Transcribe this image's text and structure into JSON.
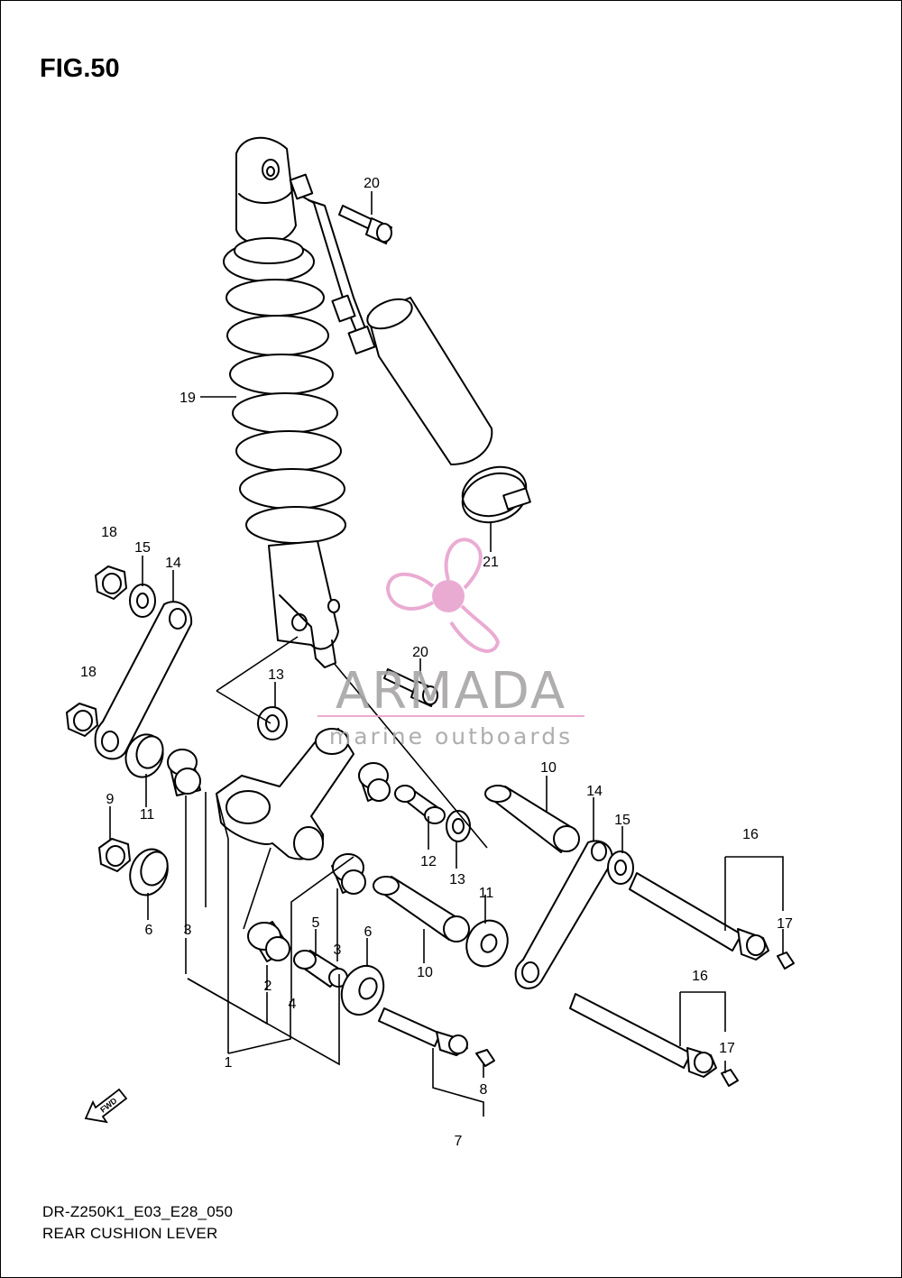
{
  "figure": {
    "title": "FIG.50",
    "model_code": "DR-Z250K1_E03_E28_050",
    "section_name": "REAR CUSHION LEVER"
  },
  "callouts": [
    {
      "id": "c20a",
      "label": "20"
    },
    {
      "id": "c19",
      "label": "19"
    },
    {
      "id": "c21",
      "label": "21"
    },
    {
      "id": "c18a",
      "label": "18"
    },
    {
      "id": "c15a",
      "label": "15"
    },
    {
      "id": "c14a",
      "label": "14"
    },
    {
      "id": "c18b",
      "label": "18"
    },
    {
      "id": "c13a",
      "label": "13"
    },
    {
      "id": "c20b",
      "label": "20"
    },
    {
      "id": "c11a",
      "label": "11"
    },
    {
      "id": "c9",
      "label": "9"
    },
    {
      "id": "c6a",
      "label": "6"
    },
    {
      "id": "c3a",
      "label": "3"
    },
    {
      "id": "c2",
      "label": "2"
    },
    {
      "id": "c4",
      "label": "4"
    },
    {
      "id": "c5",
      "label": "5"
    },
    {
      "id": "c3b",
      "label": "3"
    },
    {
      "id": "c1",
      "label": "1"
    },
    {
      "id": "c6b",
      "label": "6"
    },
    {
      "id": "c10a",
      "label": "10"
    },
    {
      "id": "c12",
      "label": "12"
    },
    {
      "id": "c13b",
      "label": "13"
    },
    {
      "id": "c11b",
      "label": "11"
    },
    {
      "id": "c10b",
      "label": "10"
    },
    {
      "id": "c14b",
      "label": "14"
    },
    {
      "id": "c15b",
      "label": "15"
    },
    {
      "id": "c16a",
      "label": "16"
    },
    {
      "id": "c17a",
      "label": "17"
    },
    {
      "id": "c16b",
      "label": "16"
    },
    {
      "id": "c17b",
      "label": "17"
    },
    {
      "id": "c8",
      "label": "8"
    },
    {
      "id": "c7",
      "label": "7"
    }
  ],
  "watermark": {
    "name": "ARMADA",
    "tagline": "marine outboards",
    "logo_color": "#e8a3cf",
    "text_color": "#a7a5a6"
  },
  "direction_marker": "FWD"
}
